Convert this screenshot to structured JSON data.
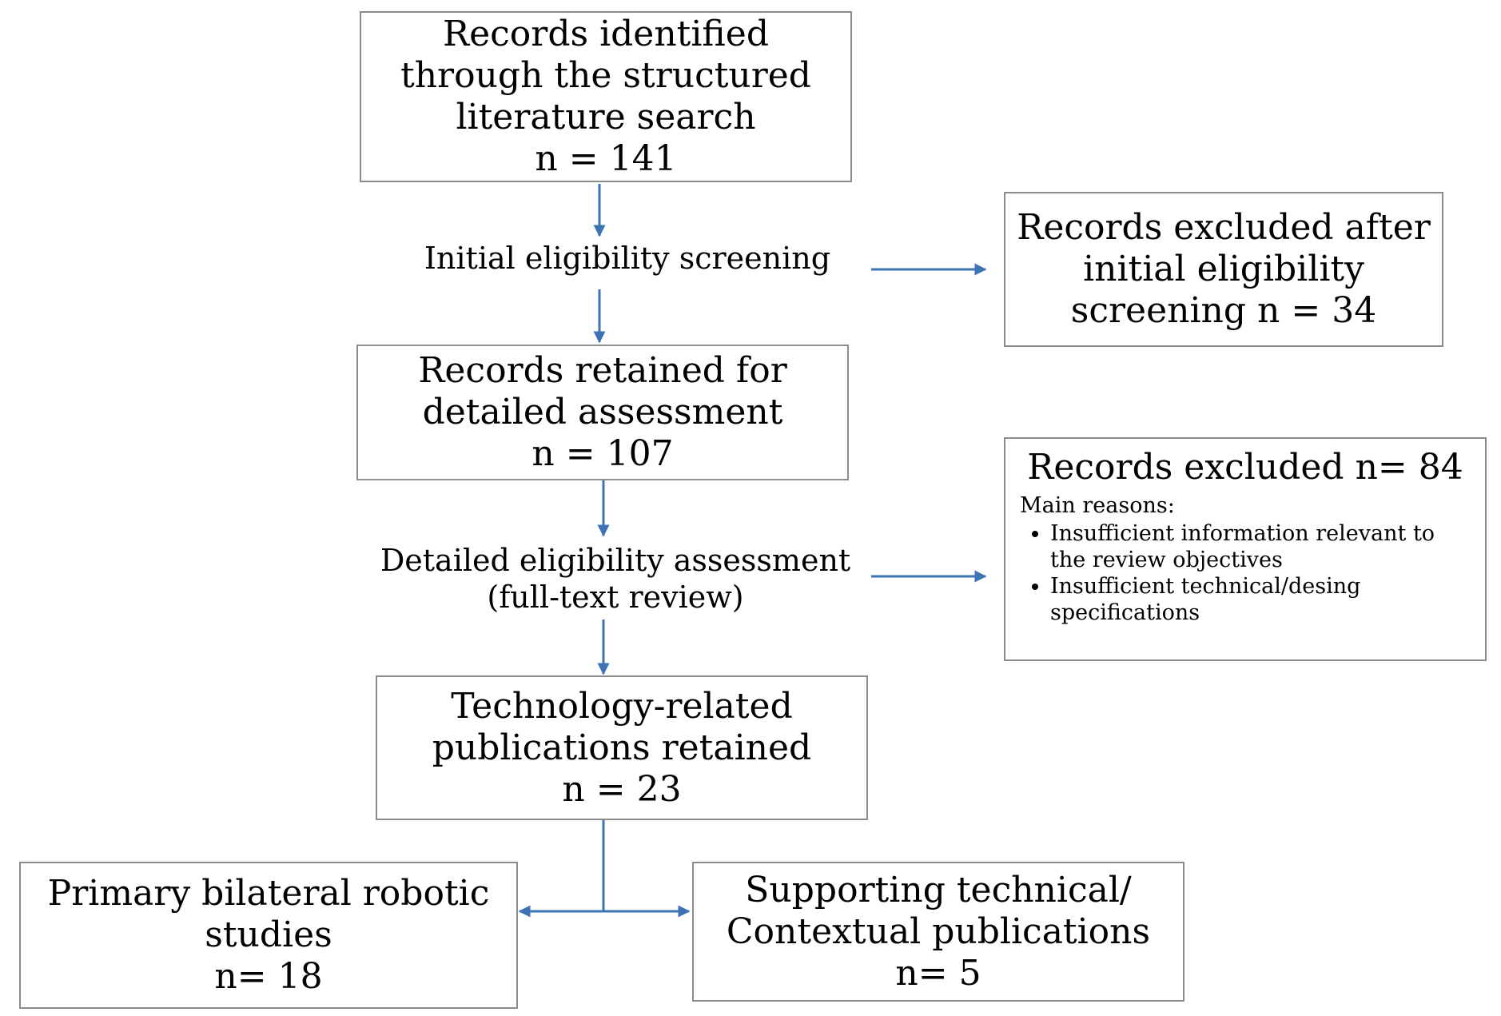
{
  "flow": {
    "identified": {
      "lines": [
        "Records identified",
        "through the structured",
        "literature search"
      ],
      "count": "n = 141"
    },
    "screening_step": "Initial eligibility screening",
    "excluded_initial": {
      "lines": [
        "Records excluded after",
        "initial eligibility",
        "screening n = 34"
      ]
    },
    "retained": {
      "lines": [
        "Records retained for",
        "detailed assessment"
      ],
      "count": "n = 107"
    },
    "assessment_step": {
      "lines": [
        "Detailed eligibility assessment",
        "(full-text review)"
      ]
    },
    "excluded_detailed": {
      "title": "Records excluded n= 84",
      "reasons_label": "Main reasons:",
      "reasons": [
        "Insufficient information relevant to the review objectives",
        "Insufficient technical/desing specifications"
      ]
    },
    "tech_retained": {
      "lines": [
        "Technology-related",
        "publications retained"
      ],
      "count": "n = 23"
    },
    "primary": {
      "lines": [
        "Primary bilateral robotic",
        "studies"
      ],
      "count": "n= 18"
    },
    "supporting": {
      "lines": [
        "Supporting technical/",
        "Contextual publications"
      ],
      "count": "n= 5"
    }
  },
  "colors": {
    "arrow": "#3d73b5",
    "box_border": "#8c8c8c"
  }
}
